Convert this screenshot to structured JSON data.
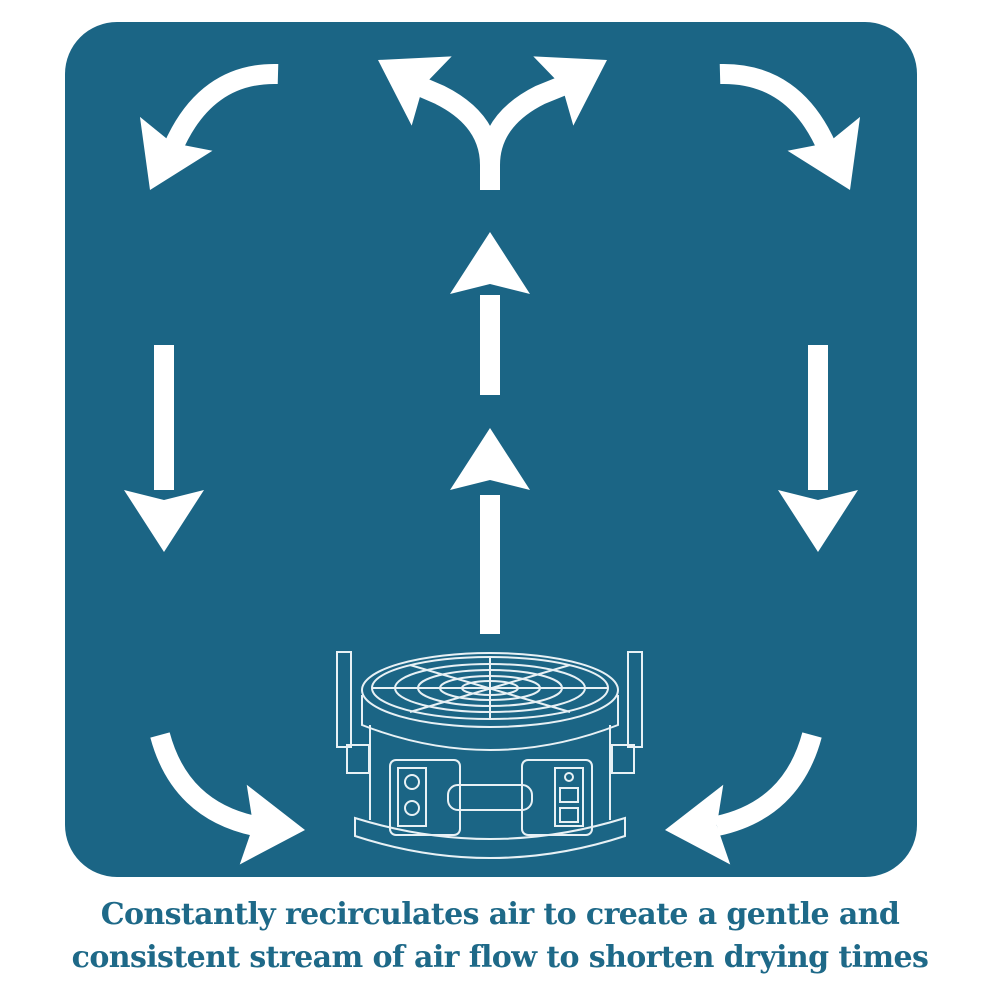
{
  "colors": {
    "panel": "#1b6585",
    "arrow": "#ffffff",
    "caption": "#1e6988"
  },
  "diagram": {
    "subject": "air-mover-fan",
    "arrows": [
      "curved-left-top",
      "fork-up",
      "curved-right-top",
      "up-upper",
      "up-lower",
      "down-left",
      "down-right",
      "curved-bottom-left",
      "curved-bottom-right"
    ]
  },
  "caption": {
    "line1": "Constantly recirculates air to create a gentle and",
    "line2": "consistent stream of air flow to shorten drying times"
  }
}
